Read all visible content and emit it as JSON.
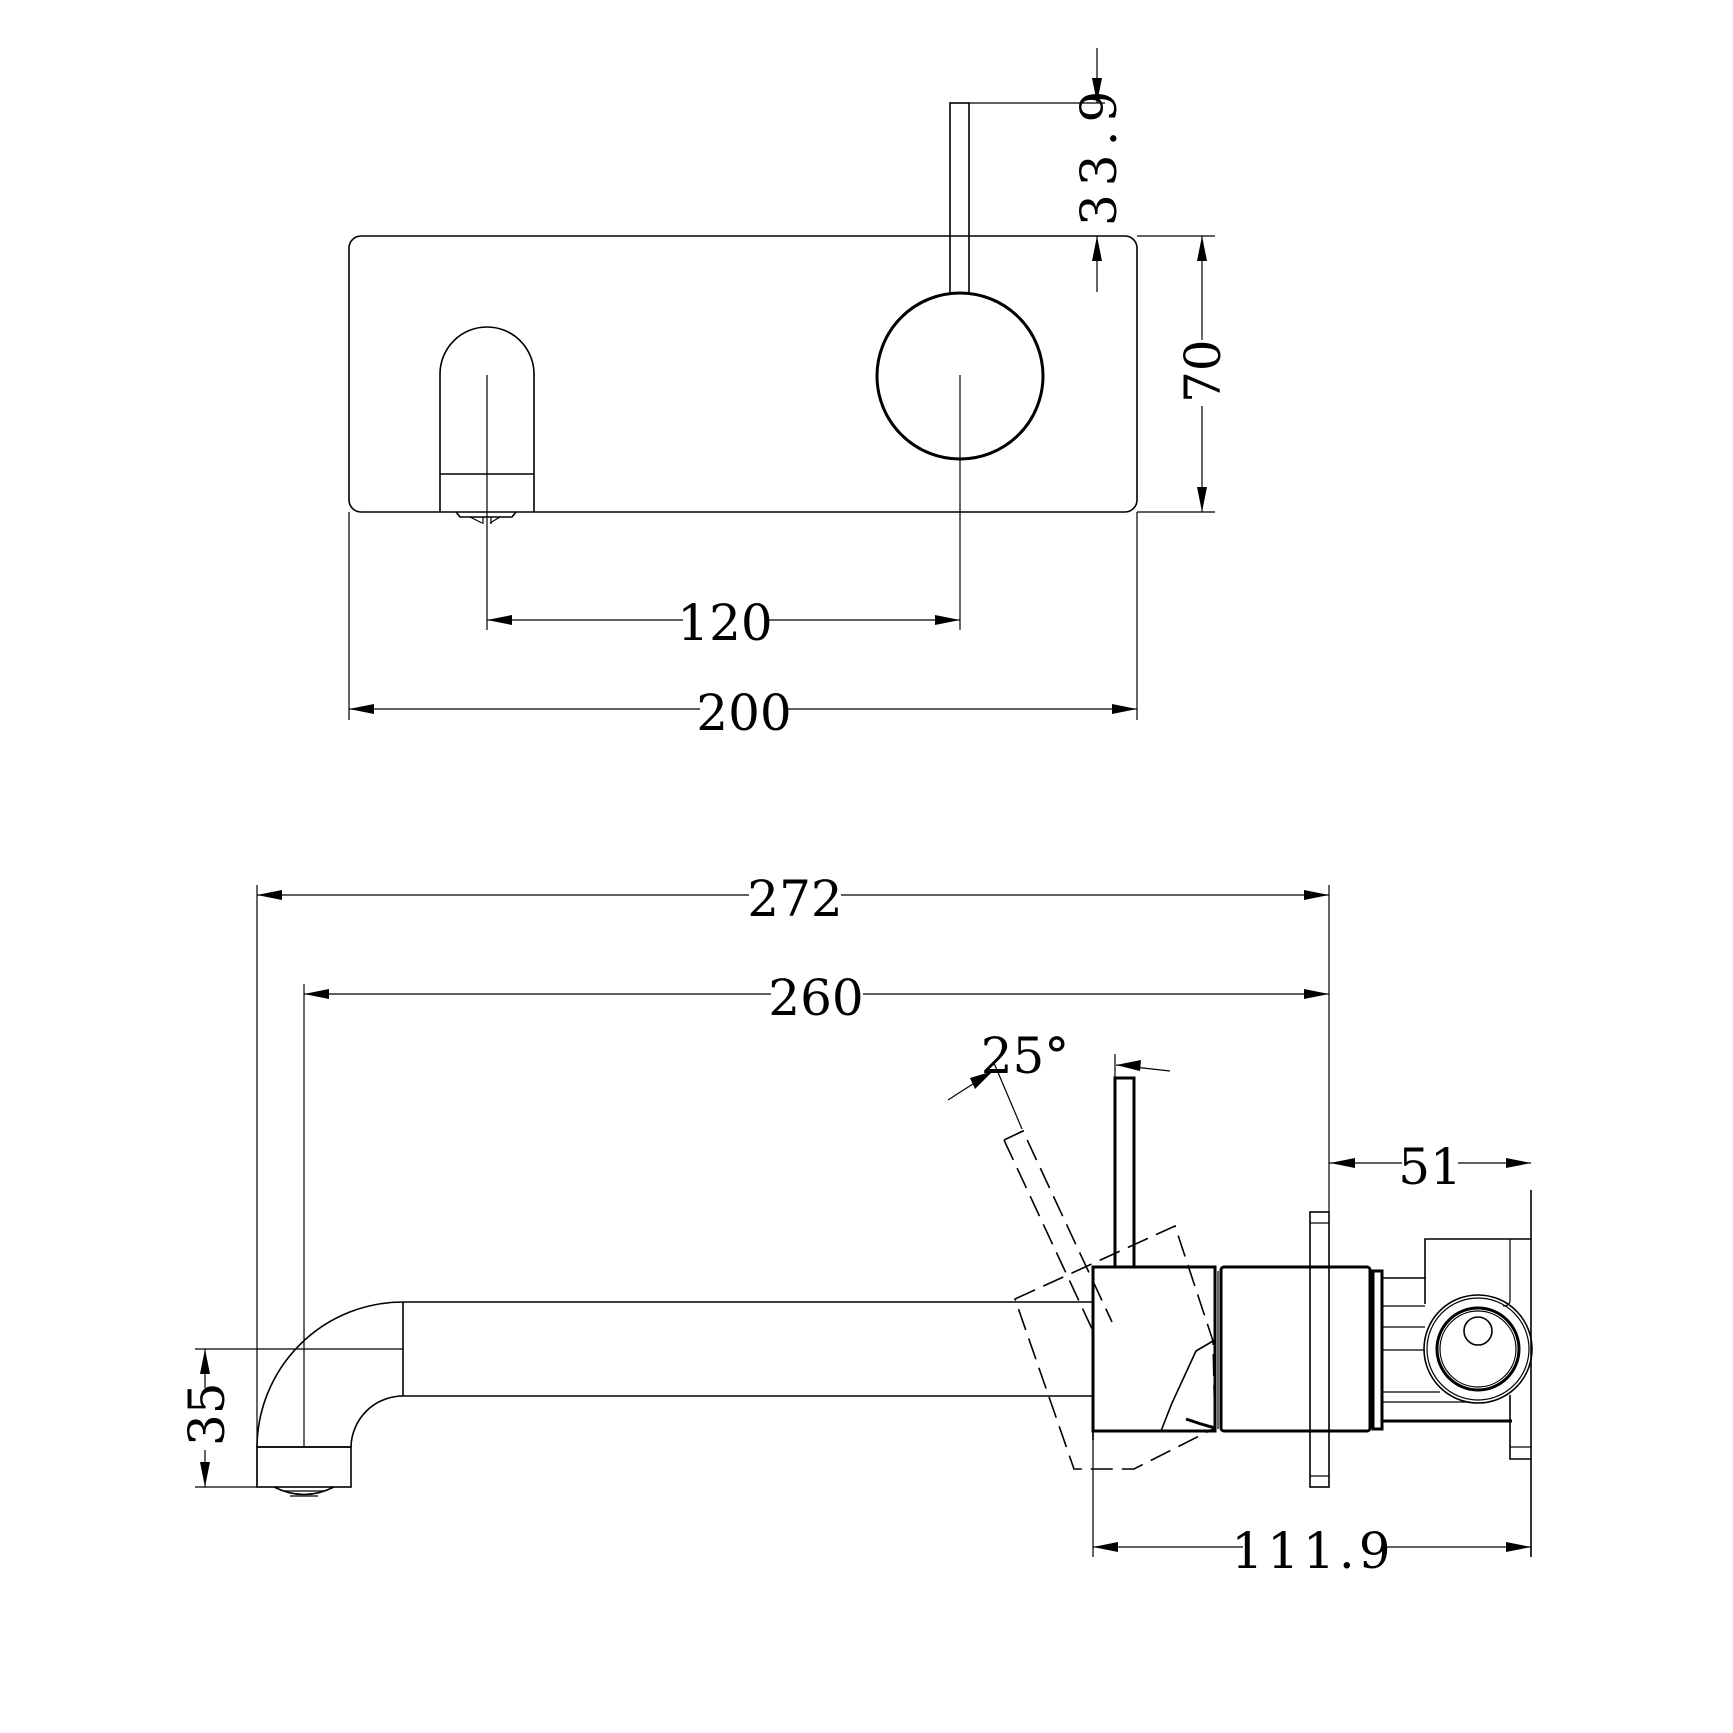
{
  "drawing": {
    "front_view": {
      "dimensions": {
        "lever_height": "33.9",
        "plate_height": "70",
        "spout_to_handle_centers": "120",
        "plate_width": "200"
      }
    },
    "side_view": {
      "dimensions": {
        "overall_projection": "272",
        "spout_center_projection": "260",
        "lever_angle": "25°",
        "body_depth": "51",
        "total_depth": "111.9",
        "spout_tip_height": "35"
      }
    },
    "colors": {
      "line": "#000000",
      "background": "#ffffff"
    }
  }
}
